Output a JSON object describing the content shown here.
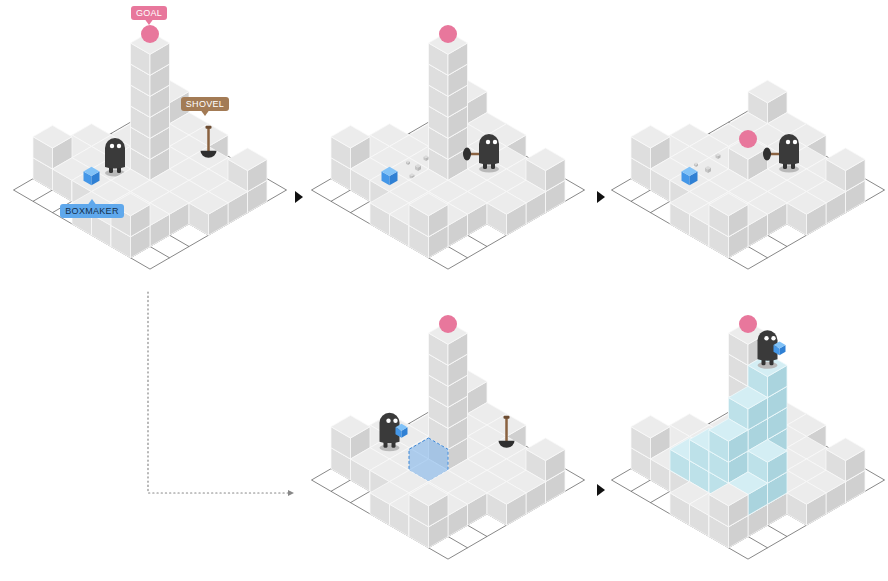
{
  "diagram": {
    "nodes": [
      {
        "text": [
          "GOAL"
        ]
      },
      {
        "text": [
          "SHOVEL"
        ]
      },
      {
        "text": [
          "BOXMAKER"
        ]
      }
    ]
  }
}
